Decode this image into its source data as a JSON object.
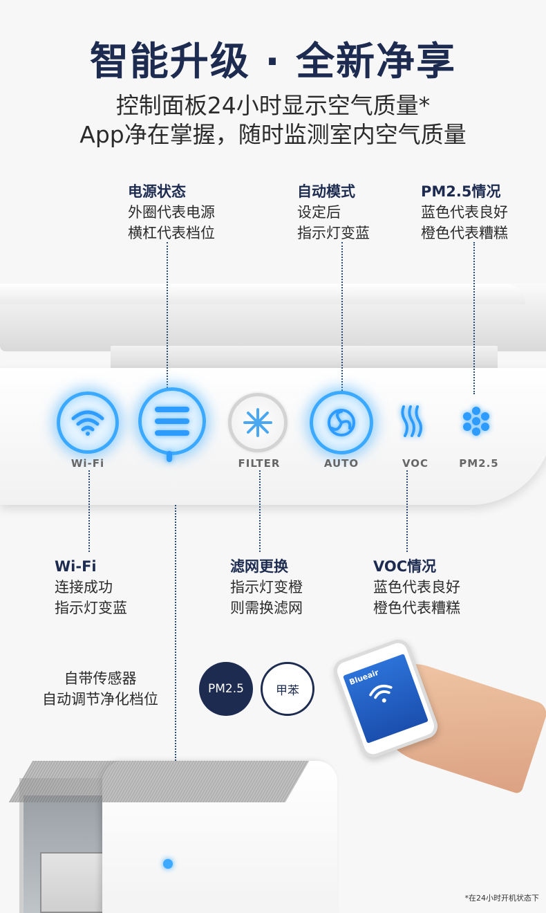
{
  "header": {
    "title": "智能升级 · 全新净享",
    "line1": "控制面板24小时显示空气质量*",
    "line2": "App净在掌握，随时监测室内空气质量"
  },
  "features_top": [
    {
      "heading": "电源状态",
      "lines": [
        "外圈代表电源",
        "横杠代表档位"
      ]
    },
    {
      "heading": "自动模式",
      "lines": [
        "设定后",
        "指示灯变蓝"
      ]
    },
    {
      "heading": "PM2.5情况",
      "lines": [
        "蓝色代表良好",
        "橙色代表糟糕"
      ]
    }
  ],
  "features_bottom": [
    {
      "heading": "Wi-Fi",
      "lines": [
        "连接成功",
        "指示灯变蓝"
      ]
    },
    {
      "heading": "滤网更换",
      "lines": [
        "指示灯变橙",
        "则需换滤网"
      ]
    },
    {
      "heading": "VOC情况",
      "lines": [
        "蓝色代表良好",
        "橙色代表糟糕"
      ]
    }
  ],
  "panel_labels": {
    "wifi": "Wi-Fi",
    "filter": "FILTER",
    "auto": "AUTO",
    "voc": "VOC",
    "pm25": "PM2.5"
  },
  "sensor": {
    "line1": "自带传感器",
    "line2": "自动调节净化档位",
    "badge1": "PM2.5",
    "badge2": "甲苯"
  },
  "phone": {
    "brand": "Blueair"
  },
  "footnote": "*在24小时开机状态下",
  "colors": {
    "navy": "#1c2b4f",
    "glow_blue": "#3aa9ff"
  }
}
